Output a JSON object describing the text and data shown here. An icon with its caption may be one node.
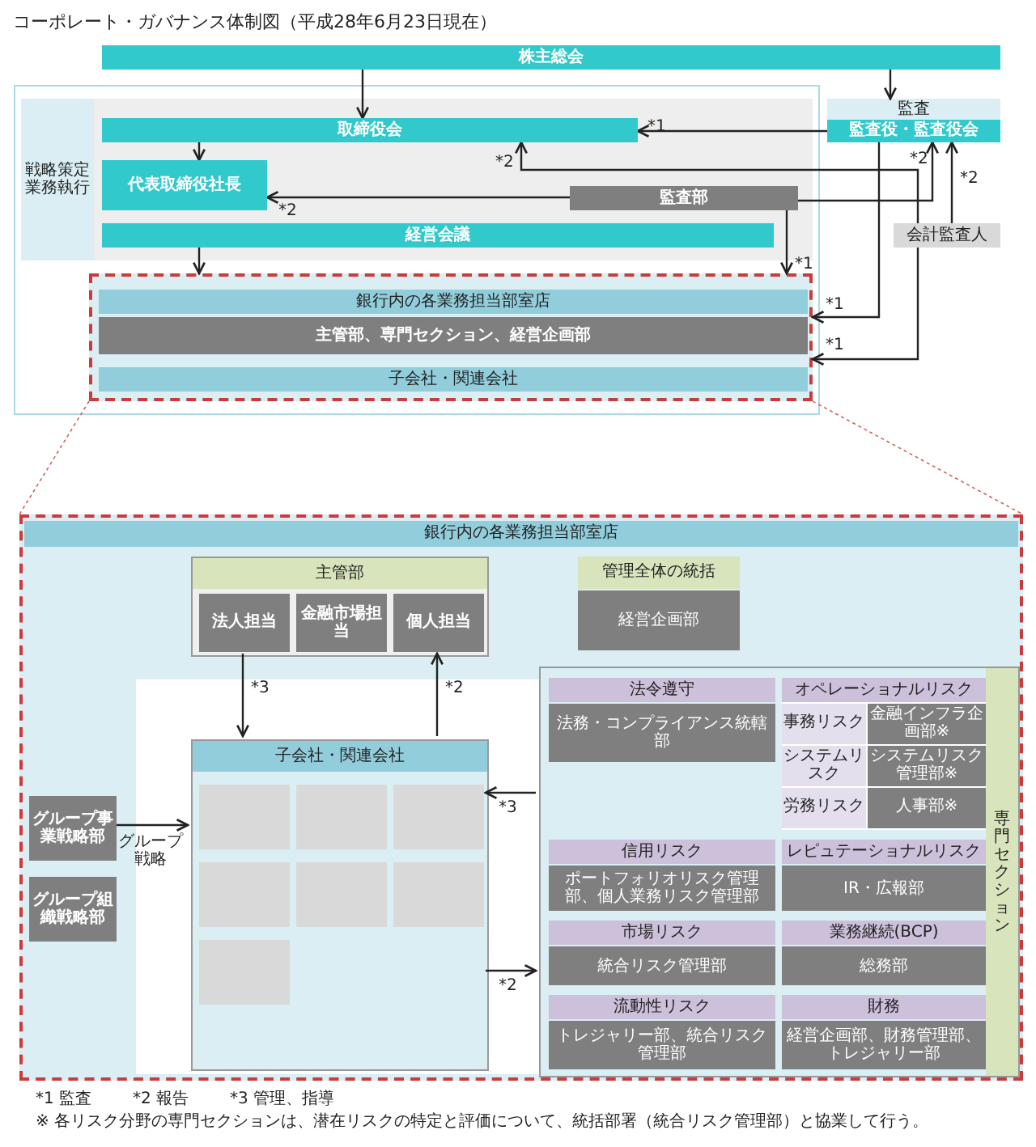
{
  "diagram": {
    "title": "コーポレート・ガバナンス体制図（平成28年6月23日現在）",
    "nodes": [
      {
        "text": [
          "株主総会"
        ]
      },
      {
        "text": [
          "戦略策定業務執行"
        ]
      },
      {
        "text": [
          "取締役会"
        ],
        "in": 1
      },
      {
        "text": [
          "代表取締役社長"
        ],
        "in": 1
      },
      {
        "text": [
          "監査部"
        ],
        "in": 1
      },
      {
        "text": [
          "経営会議"
        ],
        "in": 1
      },
      {
        "text": [
          "監査"
        ]
      },
      {
        "text": [
          "監査役・監査役会"
        ],
        "in": 6
      },
      {
        "text": [
          "会計監査人"
        ]
      },
      {
        "text": [],
        "shape": "box"
      },
      {
        "text": [
          "銀行内の各業務担当部室店"
        ],
        "in": 9
      },
      {
        "text": [
          "主管部、専門セクション、経営企画部"
        ],
        "in": 9
      },
      {
        "text": [
          "子会社・関連会社"
        ],
        "in": 9
      },
      {
        "text": [
          "銀行内の各業務担当部室店"
        ]
      },
      {
        "text": [
          "主管部"
        ],
        "in": 13
      },
      {
        "text": [
          "法人担当"
        ],
        "in": 14
      },
      {
        "text": [
          "金融市場担当"
        ],
        "in": 14
      },
      {
        "text": [
          "個人担当"
        ],
        "in": 14
      },
      {
        "text": [
          "管理全体の統括",
          "経営企画部"
        ],
        "in": 13
      },
      {
        "text": [
          "子会社・関連会社"
        ],
        "in": 13
      },
      {
        "text": [],
        "shape": "box",
        "in": 19
      },
      {
        "text": [],
        "shape": "box",
        "in": 19
      },
      {
        "text": [],
        "shape": "box",
        "in": 19
      },
      {
        "text": [],
        "shape": "box",
        "in": 19
      },
      {
        "text": [],
        "shape": "box",
        "in": 19
      },
      {
        "text": [],
        "shape": "box",
        "in": 19
      },
      {
        "text": [],
        "shape": "box",
        "in": 19
      },
      {
        "text": [
          "グループ事業戦略部"
        ],
        "in": 13
      },
      {
        "text": [
          "グループ組織戦略部"
        ],
        "in": 13
      },
      {
        "text": [
          "専門セクション"
        ],
        "in": 13
      },
      {
        "text": [
          "法令遵守",
          "法務・コンプライアンス統轄部"
        ],
        "in": 29
      },
      {
        "text": [
          "オペレーショナルリスク",
          "事務リスク",
          "金融インフラ企画部※",
          "システムリスク",
          "システムリスク管理部※",
          "労務リスク",
          "人事部※"
        ],
        "in": 29
      },
      {
        "text": [
          "信用リスク",
          "ポートフォリオリスク管理部、個人業務リスク管理部"
        ],
        "in": 29
      },
      {
        "text": [
          "レピュテーショナルリスク",
          "IR・広報部"
        ],
        "in": 29
      },
      {
        "text": [
          "市場リスク",
          "統合リスク管理部"
        ],
        "in": 29
      },
      {
        "text": [
          "業務継続(BCP)",
          "総務部"
        ],
        "in": 29
      },
      {
        "text": [
          "流動性リスク",
          "トレジャリー部、統合リスク管理部"
        ],
        "in": 29
      },
      {
        "text": [
          "財務",
          "経営企画部、財務管理部、トレジャリー部"
        ],
        "in": 29
      }
    ],
    "edges": [
      {
        "from": 0,
        "to": 2,
        "arrow": "to"
      },
      {
        "from": 0,
        "to": 6,
        "arrow": "to"
      },
      {
        "from": 7,
        "to": 2,
        "arrow": "to",
        "label": "*1"
      },
      {
        "from": 2,
        "to": 3,
        "arrow": "to"
      },
      {
        "from": 4,
        "to": 3,
        "arrow": "to",
        "label": "*2"
      },
      {
        "from": 4,
        "to": 7,
        "arrow": "to",
        "label": "*2"
      },
      {
        "from": 8,
        "to": 7,
        "arrow": "to",
        "label": "*2"
      },
      {
        "from": 8,
        "to": 2,
        "arrow": "to",
        "label": "*2"
      },
      {
        "from": 8,
        "to": 9,
        "arrow": "to",
        "label": "*1"
      },
      {
        "from": 7,
        "to": 9,
        "arrow": "to",
        "label": "*1"
      },
      {
        "from": 5,
        "to": 9,
        "arrow": "to"
      },
      {
        "from": 4,
        "to": 9,
        "arrow": "to",
        "label": "*1"
      },
      {
        "from": 14,
        "to": 19,
        "arrow": "to",
        "label": "*3"
      },
      {
        "from": 19,
        "to": 14,
        "arrow": "to",
        "label": "*2"
      },
      {
        "from": 29,
        "to": 19,
        "arrow": "to",
        "label": "*3"
      },
      {
        "from": 19,
        "to": 29,
        "arrow": "to",
        "label": "*2"
      },
      {
        "from": 27,
        "to": 19,
        "arrow": "to",
        "label": "グループ戦略"
      },
      {
        "from": 9,
        "to": 13,
        "arrow": "none",
        "style": "dashed",
        "color": "#d06060"
      },
      {
        "from": 9,
        "to": 13,
        "arrow": "none",
        "style": "dashed",
        "color": "#d06060"
      }
    ],
    "labels": [
      "*1 監査",
      "*2 報告",
      "*3 管理、指導",
      "※ 各リスク分野の専門セクションは、潜在リスクの特定と評価について、統括部署（統合リスク管理部）と協業して行う。"
    ]
  }
}
